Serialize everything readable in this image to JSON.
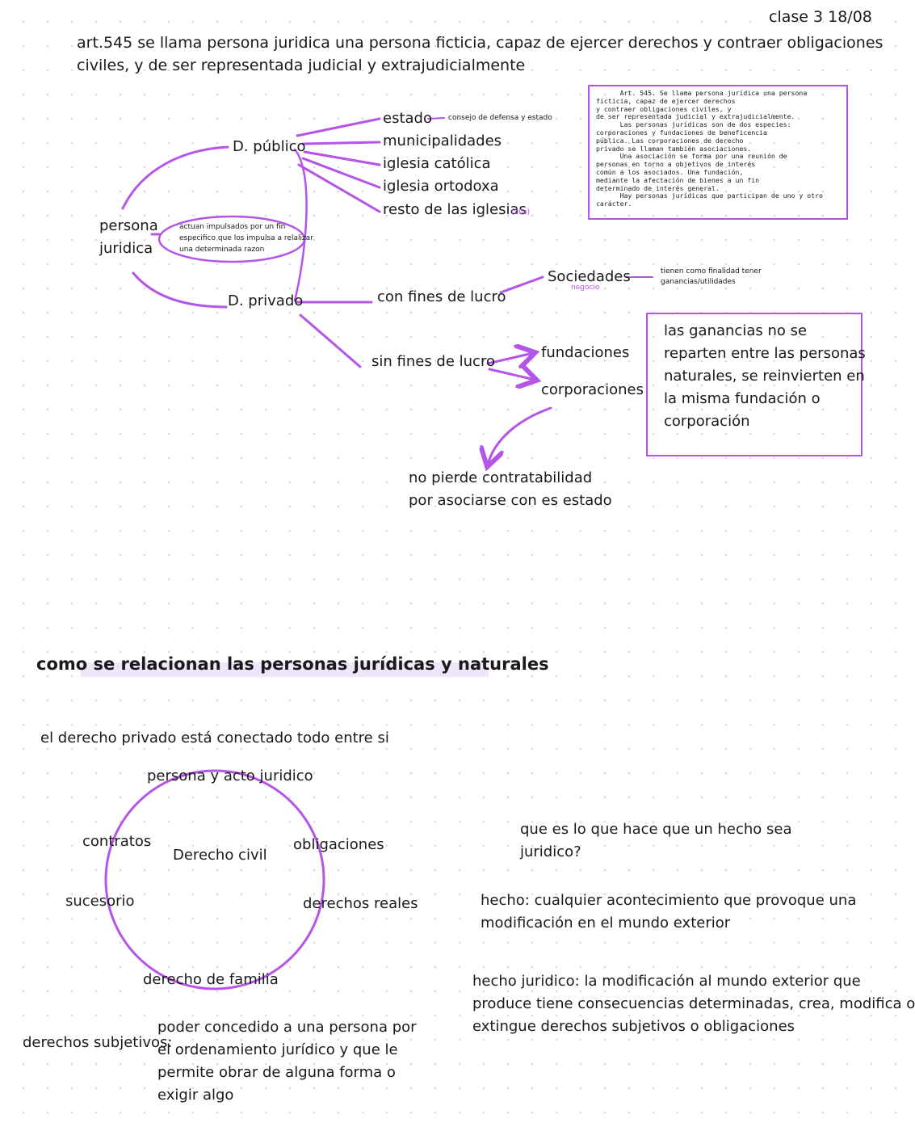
{
  "header": {
    "class_date": "clase 3 18/08"
  },
  "intro": {
    "line1": "art.545 se llama persona juridica una persona ficticia, capaz de ejercer derechos y contraer obligaciones",
    "line2": "civiles, y de ser representada judicial y extrajudicialmente"
  },
  "article_quote": "      Art. 545. Se llama persona jurídica una persona\nficticia, capaz de ejercer derechos\ny contraer obligaciones civiles, y\nde ser representada judicial y extrajudicialmente.\n      Las personas jurídicas son de dos especies:\ncorporaciones y fundaciones de beneficencia\npública. Las corporaciones de derecho\nprivado se llaman también asociaciones.\n      Una asociación se forma por una reunión de\npersonas en torno a objetivos de interés\ncomún a los asociados. Una fundación,\nmediante la afectación de bienes a un fin\ndeterminado de interés general.\n      Hay personas jurídicas que participan de uno y otro\ncarácter.",
  "mindmap": {
    "root_line1": "persona",
    "root_line2": "juridica",
    "root_note_line1": "actuan impulsados por un fin",
    "root_note_line2": "especifico que los impulsa a relalizar",
    "root_note_line3": "una determinada razon",
    "publico": "D. público",
    "privado": "D. privado",
    "publico_items": [
      "estado",
      "municipalidades",
      "iglesia católica",
      "iglesia ortodoxa",
      "resto de las iglesias"
    ],
    "estado_note": "consejo de defensa y estado",
    "iglesias_note": "(90s)",
    "con_fines": "con fines de lucro",
    "sociedades": "Sociedades",
    "sociedades_sub": "negocio",
    "sociedades_note_line1": "tienen como finalidad tener",
    "sociedades_note_line2": "ganancias/utilidades",
    "sin_fines": "sin fines de lucro",
    "fundaciones": "fundaciones",
    "corporaciones": "corporaciones",
    "ganancias_box": [
      "las ganancias no se",
      "reparten entre las personas",
      "naturales, se reinvierten en",
      "la misma fundación o",
      "corporación"
    ],
    "contratabilidad_line1": "no pierde contratabilidad",
    "contratabilidad_line2": "por asociarse con es estado"
  },
  "section2": {
    "heading": "como se relacionan las personas jurídicas y naturales",
    "subtitle": "el derecho privado está conectado todo entre si",
    "circle_center": "Derecho civil",
    "circle_labels": {
      "top": "persona y acto juridico",
      "contratos": "contratos",
      "obligaciones": "obligaciones",
      "sucesorio": "sucesorio",
      "derechos_reales": "derechos reales",
      "familia": "derecho de familia"
    },
    "question_line1": "que es lo que hace que un hecho sea",
    "question_line2": "juridico?",
    "hecho_line1": "hecho: cualquier acontecimiento que provoque una",
    "hecho_line2": "modificación en el mundo exterior",
    "hecho_juridico_line1": "hecho juridico: la modificación al mundo exterior que",
    "hecho_juridico_line2": "produce tiene consecuencias determinadas, crea, modifica o",
    "hecho_juridico_line3": "extingue derechos subjetivos o obligaciones",
    "derechos_subjetivos_label": "derechos subjetivos:",
    "derechos_subjetivos_def": [
      "poder concedido a una persona por",
      "el ordenamiento jurídico y que le",
      "permite obrar de alguna forma o",
      "exigir algo"
    ]
  },
  "colors": {
    "accent": "#b455e8",
    "highlight": "#efe6fb",
    "ink": "#1a1a1a"
  }
}
